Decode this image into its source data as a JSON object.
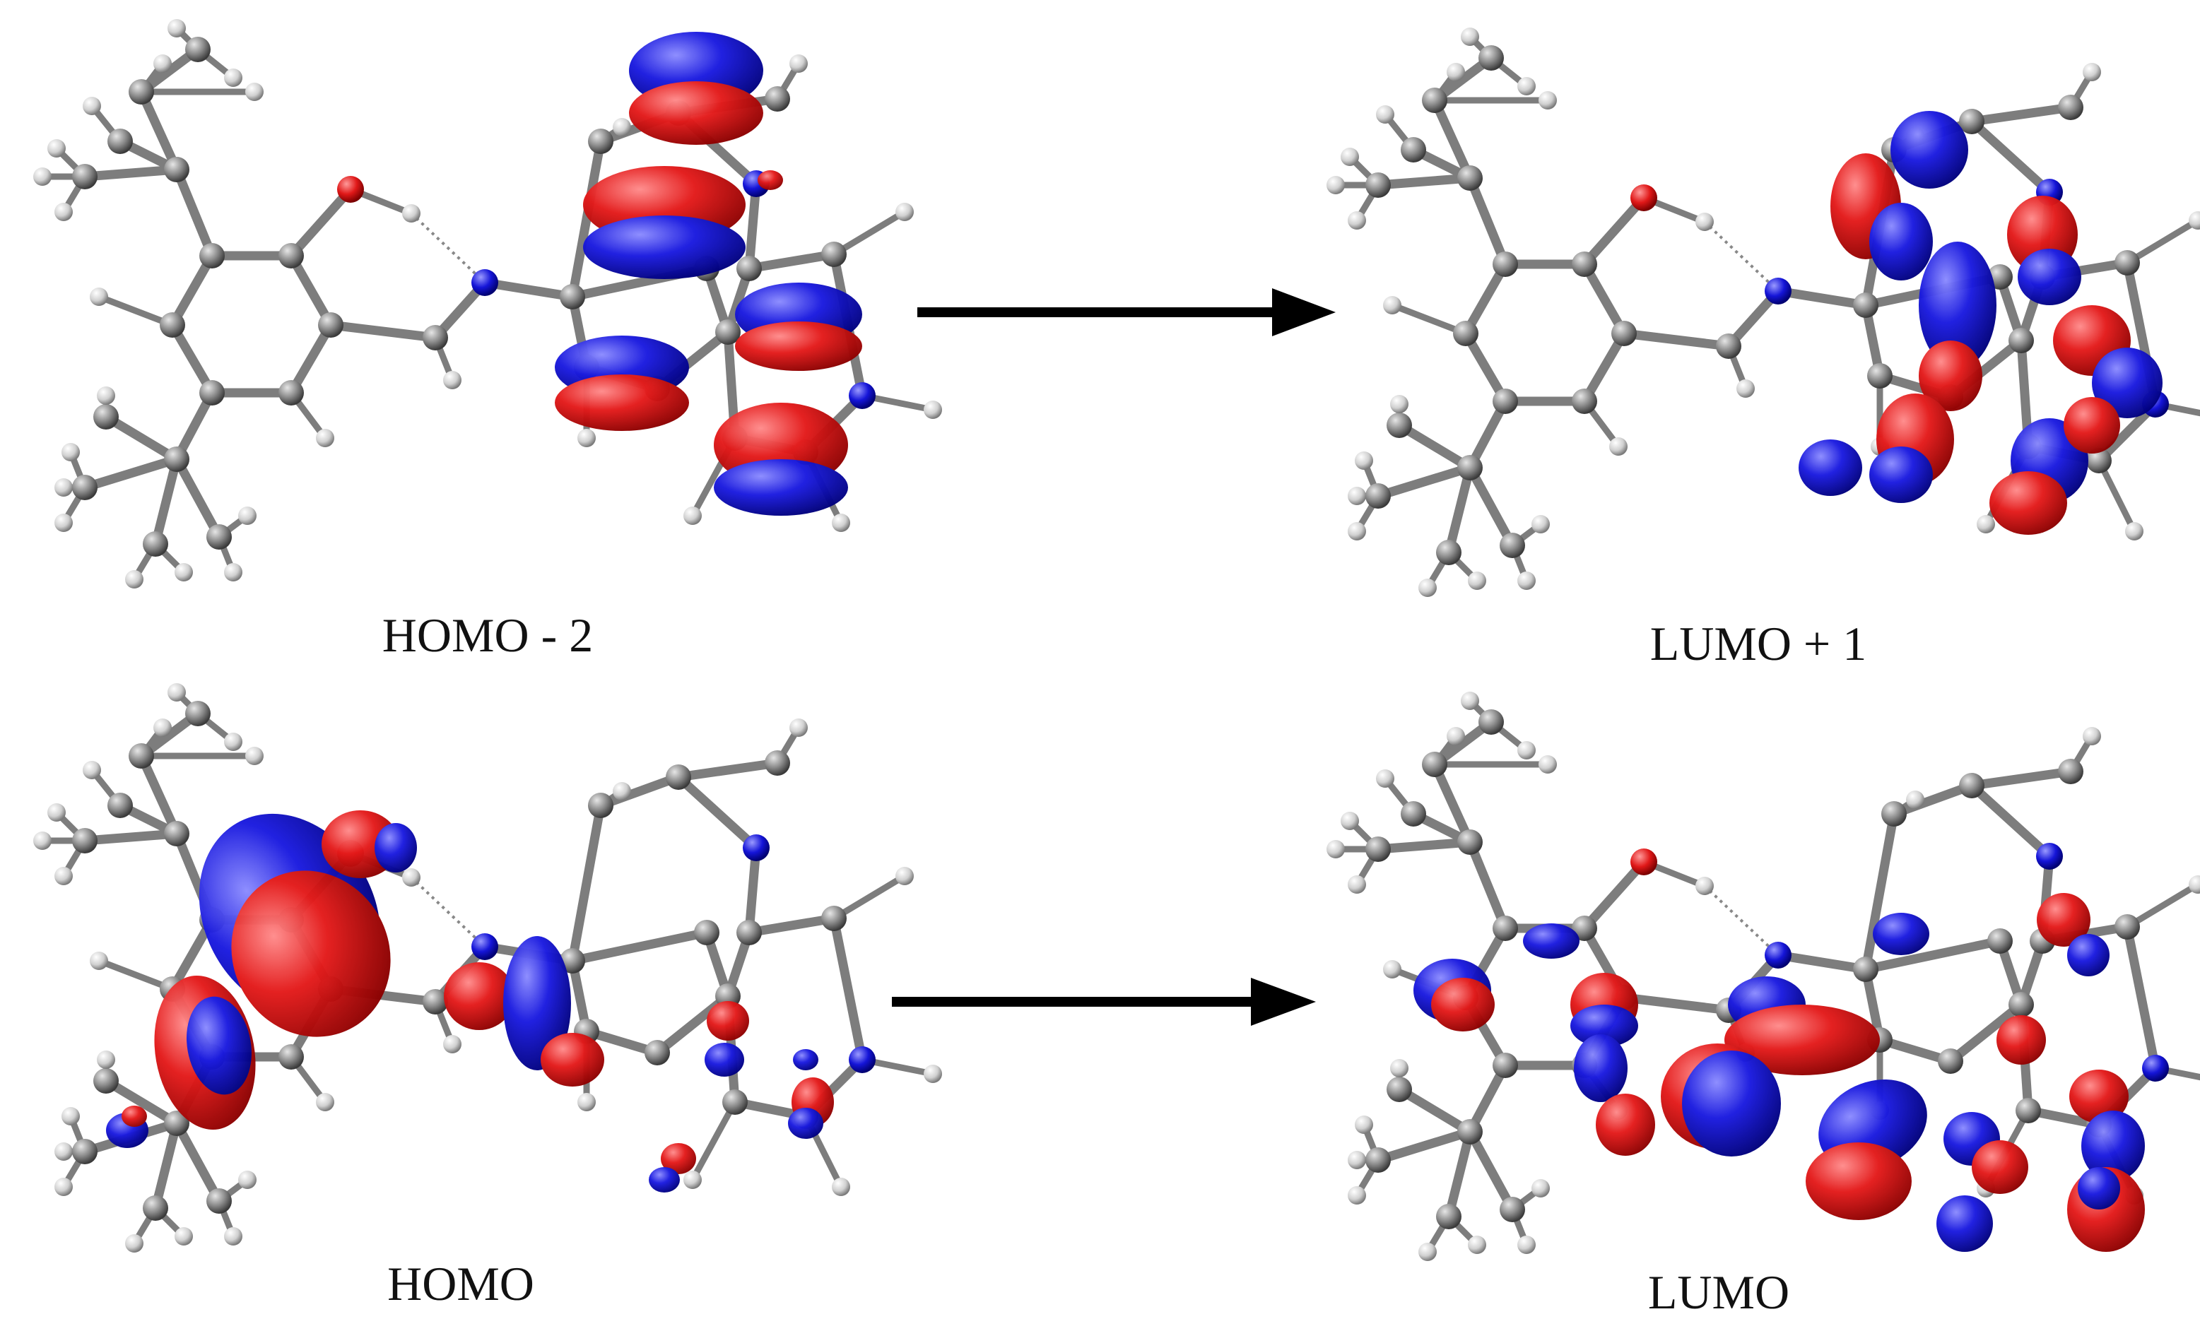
{
  "panels": [
    {
      "id": "homo-2",
      "label": "HOMO - 2"
    },
    {
      "id": "lumo+1",
      "label": "LUMO + 1"
    },
    {
      "id": "homo",
      "label": "HOMO"
    },
    {
      "id": "lumo",
      "label": "LUMO"
    }
  ],
  "transitions": [
    {
      "from": "HOMO - 2",
      "to": "LUMO + 1"
    },
    {
      "from": "HOMO",
      "to": "LUMO"
    }
  ],
  "colors": {
    "orbital_positive": "#e01818",
    "orbital_negative": "#1515d8",
    "carbon": "#8a8a8a",
    "hydrogen": "#d4d4d4",
    "oxygen": "#e01818",
    "nitrogen": "#1515d8",
    "bond": "#8c8c8c",
    "arrow": "#000000"
  }
}
